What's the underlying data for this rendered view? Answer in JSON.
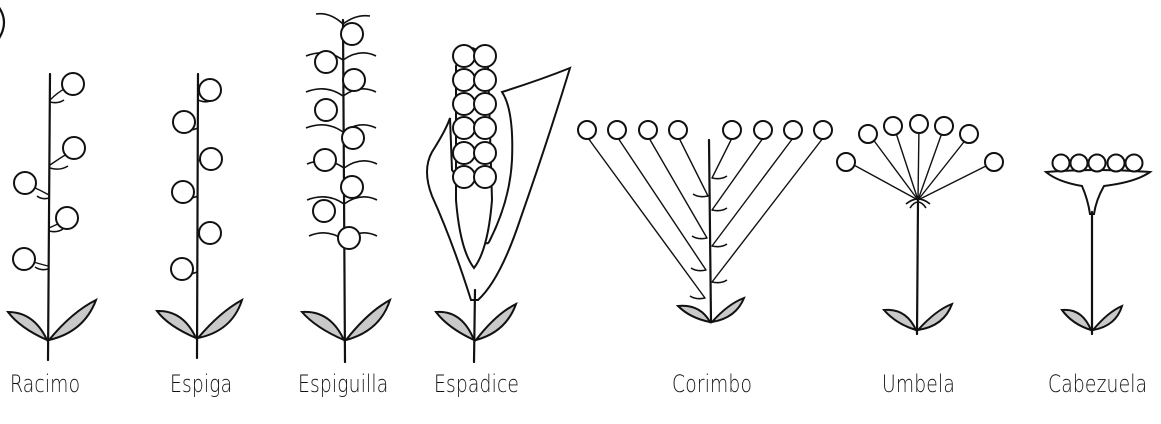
{
  "labels": {
    "racimo": "Racimo",
    "espiga": "Espiga",
    "espiguilla": "Espiguilla",
    "espadice": "Espadice",
    "corimbo": "Corimbo",
    "umbela": "Umbela",
    "cabezuela": "Cabezuela"
  },
  "colors": {
    "ink": "#111111",
    "leaf_fill": "#c9c9c9",
    "background": "#ffffff"
  }
}
